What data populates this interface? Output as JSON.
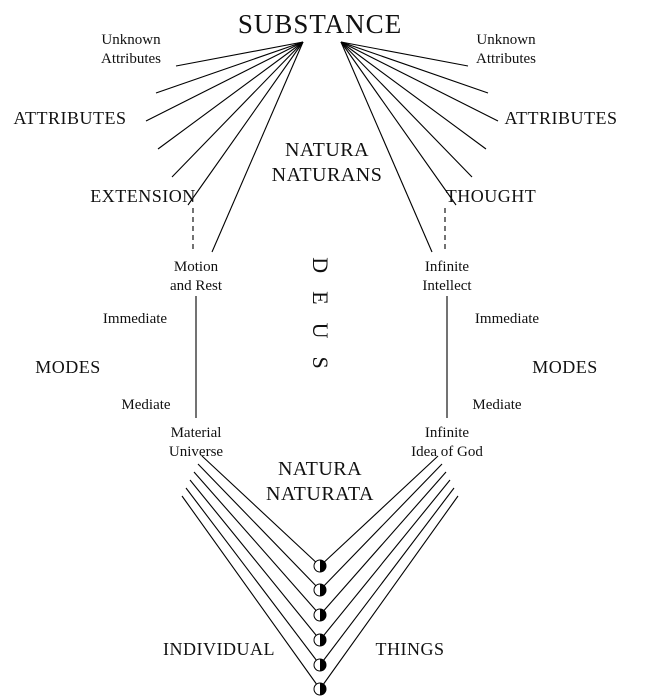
{
  "colors": {
    "ink": "#000000",
    "background": "#ffffff"
  },
  "labels": {
    "substance": "SUBSTANCE",
    "unknown_attributes": "Unknown\nAttributes",
    "attributes": "ATTRIBUTES",
    "natura_naturans": "NATURA\nNATURANS",
    "extension": "EXTENSION",
    "thought": "THOUGHT",
    "motion_and_rest": "Motion\nand Rest",
    "infinite_intellect": "Infinite\nIntellect",
    "deus": "DEUS",
    "immediate": "Immediate",
    "mediate": "Mediate",
    "modes": "MODES",
    "material_universe": "Material\nUniverse",
    "infinite_idea_of_god": "Infinite\nIdea of God",
    "natura_naturata": "NATURA\nNATURATA",
    "individual": "INDIVIDUAL",
    "things": "THINGS"
  }
}
